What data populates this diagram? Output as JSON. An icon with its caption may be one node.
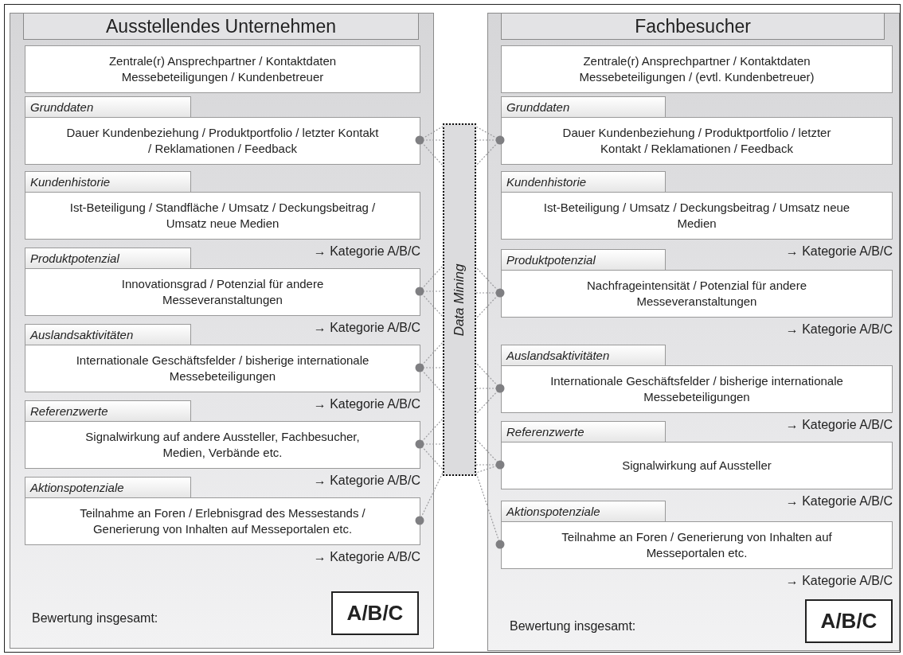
{
  "diagram": {
    "nodes": [
      {
        "text": [
          "Ausstellendes Unternehmen"
        ]
      },
      {
        "text": [
          "Zentrale(r) Ansprechpartner / Kontaktdaten Messebeteiligungen / Kundenbetreuer"
        ],
        "in": 0
      },
      {
        "text": [
          "Grunddaten",
          "Dauer Kundenbeziehung / Produktportfolio / letzter Kontakt / Reklamationen / Feedback"
        ],
        "in": 0
      },
      {
        "text": [
          "Kundenhistorie",
          "Ist-Beteiligung / Standfläche / Umsatz / Deckungsbeitrag / Umsatz neue Medien"
        ],
        "in": 0,
        "beside": [
          "→ Kategorie A/B/C"
        ]
      },
      {
        "text": [
          "Produktpotenzial",
          "Innovationsgrad / Potenzial für andere Messeveranstaltungen"
        ],
        "in": 0,
        "beside": [
          "→ Kategorie A/B/C"
        ]
      },
      {
        "text": [
          "Auslandsaktivitäten",
          "Internationale Geschäftsfelder / bisherige internationale Messebeteiligungen"
        ],
        "in": 0,
        "beside": [
          "→ Kategorie A/B/C"
        ]
      },
      {
        "text": [
          "Referenzwerte",
          "Signalwirkung auf andere Aussteller, Fachbesucher, Medien, Verbände etc."
        ],
        "in": 0,
        "beside": [
          "→ Kategorie A/B/C"
        ]
      },
      {
        "text": [
          "Aktionspotenziale",
          "Teilnahme an Foren / Erlebnisgrad des Messestands / Generierung von Inhalten auf Messeportalen etc."
        ],
        "in": 0,
        "beside": [
          "→ Kategorie A/B/C"
        ]
      },
      {
        "text": [
          "A/B/C"
        ],
        "in": 0
      },
      {
        "text": [
          "Data Mining"
        ]
      },
      {
        "text": [
          "Fachbesucher"
        ]
      },
      {
        "text": [
          "Zentrale(r) Ansprechpartner / Kontaktdaten Messebeteiligungen / (evtl. Kundenbetreuer)"
        ],
        "in": 10
      },
      {
        "text": [
          "Grunddaten",
          "Dauer Kundenbeziehung / Produktportfolio / letzter Kontakt / Reklamationen / Feedback"
        ],
        "in": 10
      },
      {
        "text": [
          "Kundenhistorie",
          "Ist-Beteiligung / Umsatz / Deckungsbeitrag / Umsatz neue Medien"
        ],
        "in": 10,
        "beside": [
          "→ Kategorie A/B/C"
        ]
      },
      {
        "text": [
          "Produktpotenzial",
          "Nachfrageintensität / Potenzial für andere Messeveranstaltungen"
        ],
        "in": 10,
        "beside": [
          "→ Kategorie A/B/C"
        ]
      },
      {
        "text": [
          "Auslandsaktivitäten",
          "Internationale Geschäftsfelder / bisherige internationale Messebeteiligungen"
        ],
        "in": 10,
        "beside": [
          "→ Kategorie A/B/C"
        ]
      },
      {
        "text": [
          "Referenzwerte",
          "Signalwirkung auf Aussteller"
        ],
        "in": 10,
        "beside": [
          "→ Kategorie A/B/C"
        ]
      },
      {
        "text": [
          "Aktionspotenziale",
          "Teilnahme an Foren / Generierung von Inhalten auf Messeportalen etc."
        ],
        "in": 10,
        "beside": [
          "→ Kategorie A/B/C"
        ]
      },
      {
        "text": [
          "A/B/C"
        ],
        "in": 10
      }
    ],
    "labels": [
      "Bewertung insgesamt:",
      "Bewertung insgesamt:"
    ],
    "edges": [
      {
        "from": 2,
        "to": 9,
        "arrow": "other",
        "style": "dashed"
      },
      {
        "from": 4,
        "to": 9,
        "arrow": "other",
        "style": "dashed"
      },
      {
        "from": 5,
        "to": 9,
        "arrow": "other",
        "style": "dashed"
      },
      {
        "from": 6,
        "to": 9,
        "arrow": "other",
        "style": "dashed"
      },
      {
        "from": 7,
        "to": 9,
        "arrow": "other",
        "style": "dashed"
      },
      {
        "from": 12,
        "to": 9,
        "arrow": "other",
        "style": "dashed"
      },
      {
        "from": 14,
        "to": 9,
        "arrow": "other",
        "style": "dashed"
      },
      {
        "from": 15,
        "to": 9,
        "arrow": "other",
        "style": "dashed"
      },
      {
        "from": 16,
        "to": 9,
        "arrow": "other",
        "style": "dashed"
      },
      {
        "from": 17,
        "to": 9,
        "arrow": "other",
        "style": "dashed"
      }
    ]
  }
}
